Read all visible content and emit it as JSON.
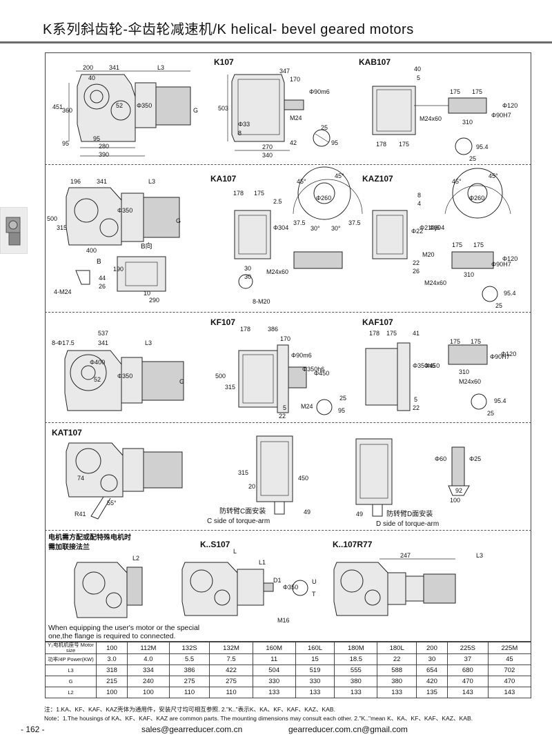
{
  "header": {
    "title": "K系列斜齿轮-伞齿轮减速机/K helical- bevel geared motors"
  },
  "sections": {
    "k107": "K107",
    "kab107": "KAB107",
    "ka107": "KA107",
    "kaz107": "KAZ107",
    "kf107": "KF107",
    "kaf107": "KAF107",
    "kat107": "KAT107",
    "ks107": "K..S107",
    "kr77": "K..107R77"
  },
  "captions": {
    "motor_cn_1": "电机需方配或配特殊电机时",
    "motor_cn_2": "需加联接法兰",
    "torque_c_cn": "防转臂C面安装",
    "torque_c_en": "C side of torque-arm",
    "torque_d_cn": "防转臂D面安装",
    "torque_d_en": "D side of torque-arm",
    "equip_en_1": "When equipping the user's motor or the special",
    "equip_en_2": "one,the flange is required to connected.",
    "b_view": "B向",
    "b_arrow": "B"
  },
  "dims": {
    "k107": [
      "200",
      "341",
      "L3",
      "40",
      "451",
      "360",
      "95",
      "95",
      "280",
      "390",
      "Φ350",
      "52",
      "G"
    ],
    "k107_side": [
      "347",
      "170",
      "503",
      "Φ90m6",
      "Φ33",
      "M24",
      "270",
      "340",
      "42",
      "25",
      "95",
      "8"
    ],
    "kab107": [
      "40",
      "5",
      "175",
      "175",
      "Φ120",
      "Φ90H7",
      "M24x60",
      "310",
      "178",
      "175",
      "25",
      "95.4"
    ],
    "ka107": [
      "196",
      "341",
      "L3",
      "500",
      "315",
      "400",
      "Φ350",
      "G",
      "44",
      "26",
      "190",
      "10",
      "290",
      "4-M24"
    ],
    "ka107_side": [
      "178",
      "175",
      "2.5",
      "Φ304",
      "30",
      "30",
      "M24x60",
      "8-M20",
      "45°",
      "45°",
      "Φ260",
      "37.5",
      "30°",
      "30°",
      "37.5"
    ],
    "kaz107": [
      "8",
      "4",
      "Φ22",
      "Φ210j6",
      "Φ304",
      "M20",
      "22",
      "26",
      "175",
      "175",
      "Φ120",
      "Φ90H7",
      "310",
      "M24x60",
      "95.4",
      "25",
      "45°",
      "45°",
      "Φ260"
    ],
    "kf107": [
      "537",
      "341",
      "L3",
      "8-Φ17.5",
      "Φ400",
      "52",
      "Φ350",
      "G",
      "178",
      "386",
      "170",
      "500",
      "315",
      "Φ90m6",
      "Φ350h6",
      "Φ450",
      "M24",
      "5",
      "22",
      "25",
      "95"
    ],
    "kaf107": [
      "178",
      "175",
      "41",
      "Φ350h6",
      "Φ450",
      "175",
      "175",
      "Φ120",
      "Φ90H7",
      "310",
      "M24x60",
      "5",
      "22",
      "95.4",
      "25"
    ],
    "kat107": [
      "74",
      "55°",
      "R41",
      "315",
      "20",
      "450",
      "49",
      "Φ60",
      "Φ25",
      "92",
      "100",
      "49"
    ],
    "ks107": [
      "L",
      "L1",
      "D1",
      "Φ350",
      "U",
      "T",
      "M16"
    ],
    "kr77": [
      "247",
      "L3"
    ],
    "l2": "L2"
  },
  "table": {
    "headers": [
      "Y₂电机机座号 Motor size",
      "功率/4P Power(KW)",
      "L3",
      "G",
      "L2"
    ],
    "motor_size": [
      "100",
      "112M",
      "132S",
      "132M",
      "160M",
      "160L",
      "180M",
      "180L",
      "200",
      "225S",
      "225M"
    ],
    "power": [
      "3.0",
      "4.0",
      "5.5",
      "7.5",
      "11",
      "15",
      "18.5",
      "22",
      "30",
      "37",
      "45"
    ],
    "l3": [
      "318",
      "334",
      "386",
      "422",
      "504",
      "519",
      "555",
      "588",
      "654",
      "680",
      "702"
    ],
    "g": [
      "215",
      "240",
      "275",
      "275",
      "330",
      "330",
      "380",
      "380",
      "420",
      "470",
      "470"
    ],
    "l2": [
      "100",
      "100",
      "110",
      "110",
      "133",
      "133",
      "133",
      "133",
      "135",
      "143",
      "143"
    ]
  },
  "notes": {
    "cn": "注：1.KA、KF、KAF、KAZ壳体为通用件，安装尺寸均可相互参照.   2.\"K..\"表示K、KA、KF、KAF、KAZ、KAB.",
    "en": "Note：1.The housings of KA、KF、KAF、KAZ are common parts. The mounting dimensions may consult each other.     2.\"K..\"mean K、KA、KF、KAF、KAZ、KAB."
  },
  "footer": {
    "page": "- 162 -",
    "email1": "sales@gearreducer.com.cn",
    "email2": "gearreducer.com.cn@gmail.com"
  }
}
